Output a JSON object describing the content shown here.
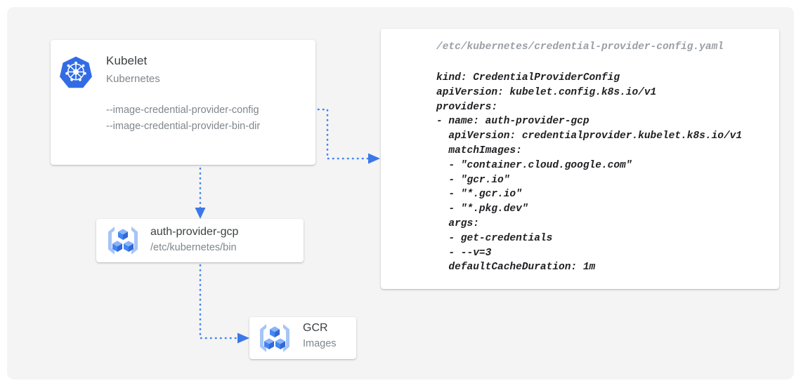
{
  "diagram": {
    "background_color": "#f4f4f4",
    "accent_color": "#4285f4",
    "kubelet_card": {
      "icon": "kubernetes-helm-icon",
      "title": "Kubelet",
      "subtitle": "Kubernetes",
      "flags": [
        "--image-credential-provider-config",
        "--image-credential-provider-bin-dir"
      ]
    },
    "auth_provider_card": {
      "icon": "gcp-container-registry-icon",
      "title": "auth-provider-gcp",
      "subtitle": "/etc/kubernetes/bin"
    },
    "gcr_card": {
      "icon": "gcp-container-registry-icon",
      "title": "GCR",
      "subtitle": "Images"
    },
    "yaml_card": {
      "filename": "/etc/kubernetes/credential-provider-config.yaml",
      "lines": [
        "kind: CredentialProviderConfig",
        "apiVersion: kubelet.config.k8s.io/v1",
        "providers:",
        "- name: auth-provider-gcp",
        "  apiVersion: credentialprovider.kubelet.k8s.io/v1",
        "  matchImages:",
        "  - \"container.cloud.google.com\"",
        "  - \"gcr.io\"",
        "  - \"*.gcr.io\"",
        "  - \"*.pkg.dev\"",
        "  args:",
        "  - get-credentials",
        "  - --v=3",
        "  defaultCacheDuration: 1m"
      ]
    },
    "connectors": [
      {
        "name": "kubelet-to-yaml",
        "style": "dotted-arrow"
      },
      {
        "name": "kubelet-to-auth-provider",
        "style": "dotted-arrow"
      },
      {
        "name": "auth-provider-to-gcr",
        "style": "dotted-arrow"
      }
    ]
  }
}
